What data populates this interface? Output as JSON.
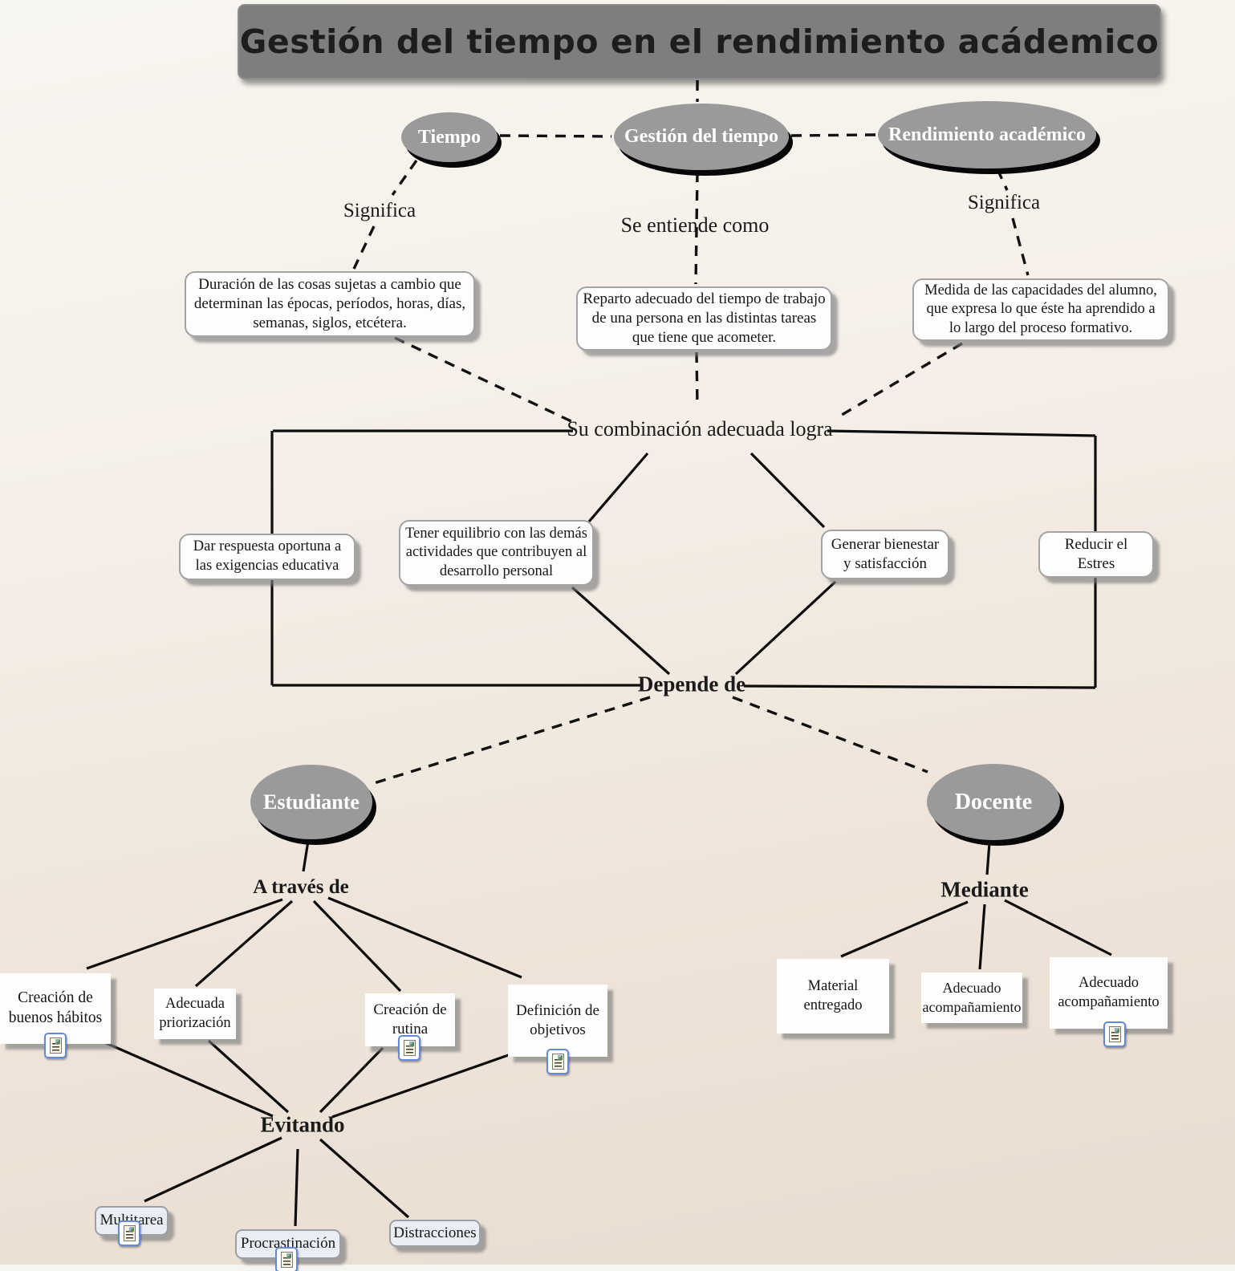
{
  "title": "Gestión del tiempo en el rendimiento acádemico",
  "concepts": {
    "tiempo": "Tiempo",
    "gestion_del_tiempo": "Gestión del tiempo",
    "rendimiento_academico": "Rendimiento académico",
    "estudiante": "Estudiante",
    "docente": "Docente"
  },
  "linking_phrases": {
    "significa_tiempo": "Significa",
    "se_entiende_como": "Se entiende como",
    "significa_rendimiento": "Significa",
    "su_combinacion": "Su combinación adecuada logra",
    "depende_de": "Depende de",
    "a_traves_de": "A través de",
    "mediante": "Mediante",
    "evitando": "Evitando"
  },
  "definitions": {
    "tiempo": "Duración de las cosas sujetas a cambio que determinan las épocas, períodos, horas, días, semanas, siglos, etcétera.",
    "gestion_del_tiempo": "Reparto adecuado del tiempo de trabajo de una persona en las distintas tareas que tiene que acometer.",
    "rendimiento_academico": "Medida de las capacidades del alumno, que expresa lo que éste ha aprendido a lo largo del proceso formativo."
  },
  "outcomes": {
    "respuesta": "Dar respuesta oportuna a las exigencias educativa",
    "equilibrio": "Tener equilibrio con las demás actividades que contribuyen al desarrollo personal",
    "bienestar": "Generar bienestar y satisfacción",
    "estres": "Reducir el Estres"
  },
  "estudiante_strategies": {
    "habitos": "Creación de buenos hábitos",
    "priorizacion": "Adecuada priorización",
    "rutina": "Creación de rutina",
    "objetivos": "Definición de objetivos"
  },
  "docente_strategies": {
    "material": "Material entregado",
    "acompanamiento_1": "Adecuado acompañamiento",
    "acompanamiento_2": "Adecuado acompañamiento"
  },
  "evitando_items": {
    "multitarea": "Multitarea",
    "procrastinacion": "Procrastinación",
    "distracciones": "Distracciones"
  },
  "colors": {
    "concept_fill": "#9a9a9a",
    "title_fill": "#7e7e7e",
    "box_fill": "#fdfdfd",
    "avoid_box_fill": "#e9eef4",
    "line": "#111111",
    "background_top": "#f8f6f1",
    "background_bottom": "#e9dcd1",
    "resource_icon_border": "#6489d9"
  }
}
